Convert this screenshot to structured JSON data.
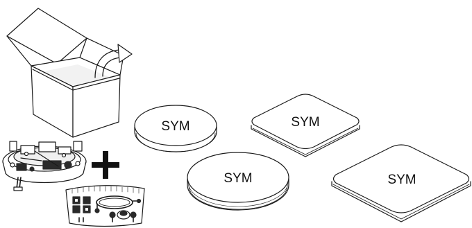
{
  "colors": {
    "line": "#1a1a1a",
    "fill": "#ffffff",
    "shade": "#e6e6e6",
    "dark": "#2a2a2a"
  },
  "items": {
    "open_box": {
      "icon": "open-box-arrow-icon"
    },
    "mount_base": {
      "icon": "mount-base-icon"
    },
    "plus": {
      "text": "+"
    },
    "accessory_bag": {
      "icon": "accessory-bag-icon"
    },
    "covers": [
      {
        "shape": "round",
        "size": "small",
        "label": "SYM"
      },
      {
        "shape": "square",
        "size": "small",
        "label": "SYM"
      },
      {
        "shape": "round",
        "size": "large",
        "label": "SYM"
      },
      {
        "shape": "square",
        "size": "large",
        "label": "SYM"
      }
    ]
  }
}
